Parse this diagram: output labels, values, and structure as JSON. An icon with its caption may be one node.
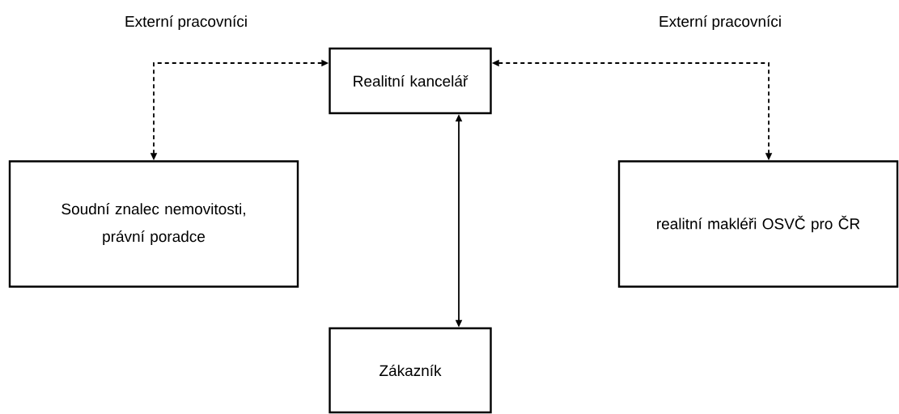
{
  "diagram": {
    "nodes": [
      {
        "text": [
          "Realitní kancelář"
        ]
      },
      {
        "text": [
          "Soudní znalec nemovitosti, právní poradce"
        ]
      },
      {
        "text": [
          "realitní makléři OSVČ pro ČR"
        ]
      },
      {
        "text": [
          "Zákazník"
        ]
      }
    ],
    "edges": [
      {
        "from": 0,
        "to": 1,
        "arrow": "both",
        "style": "dashed"
      },
      {
        "from": 0,
        "to": 2,
        "arrow": "both",
        "style": "dashed"
      },
      {
        "from": 0,
        "to": 3,
        "arrow": "both"
      }
    ],
    "labels": [
      "Externí pracovníci",
      "Externí pracovníci"
    ]
  }
}
